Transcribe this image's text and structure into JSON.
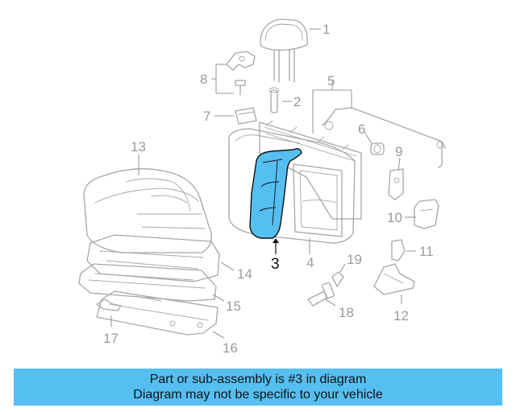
{
  "diagram": {
    "highlighted_part": "3",
    "highlight_color": "#55bff1",
    "part_color": "#a6a6a6",
    "callouts": [
      "1",
      "2",
      "3",
      "4",
      "5",
      "6",
      "7",
      "8",
      "9",
      "10",
      "11",
      "12",
      "13",
      "14",
      "15",
      "16",
      "17",
      "18",
      "19"
    ]
  },
  "banner": {
    "line1": "Part or sub-assembly is #3 in diagram",
    "line2": "Diagram may not be specific to your vehicle",
    "background": "#55bff1"
  }
}
